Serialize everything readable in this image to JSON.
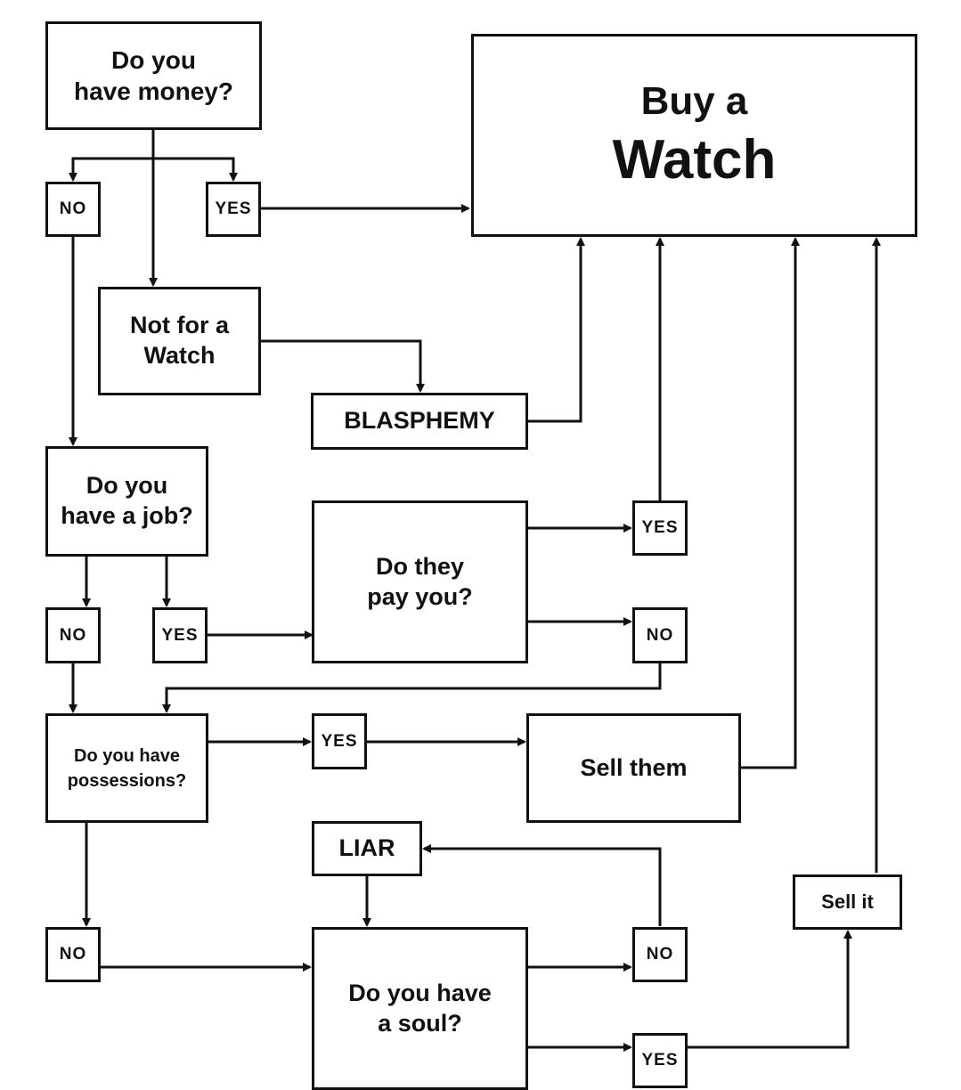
{
  "nodes": {
    "money_q": [
      "Do you",
      "have money?"
    ],
    "no1": "NO",
    "yes1": "YES",
    "buy_watch": [
      "Buy a",
      "Watch"
    ],
    "not_for_watch": [
      "Not for a",
      "Watch"
    ],
    "blasphemy": "BLASPHEMY",
    "job_q": [
      "Do you",
      "have a job?"
    ],
    "no2": "NO",
    "yes2": "YES",
    "pay_q": [
      "Do they",
      "pay you?"
    ],
    "yes3": "YES",
    "no3": "NO",
    "possessions_q": [
      "Do you have",
      "possessions?"
    ],
    "yes4": "YES",
    "sell_them": "Sell them",
    "liar": "LIAR",
    "no4": "NO",
    "soul_q": [
      "Do you have",
      "a soul?"
    ],
    "no5": "NO",
    "yes5": "YES",
    "sell_it": "Sell it"
  }
}
